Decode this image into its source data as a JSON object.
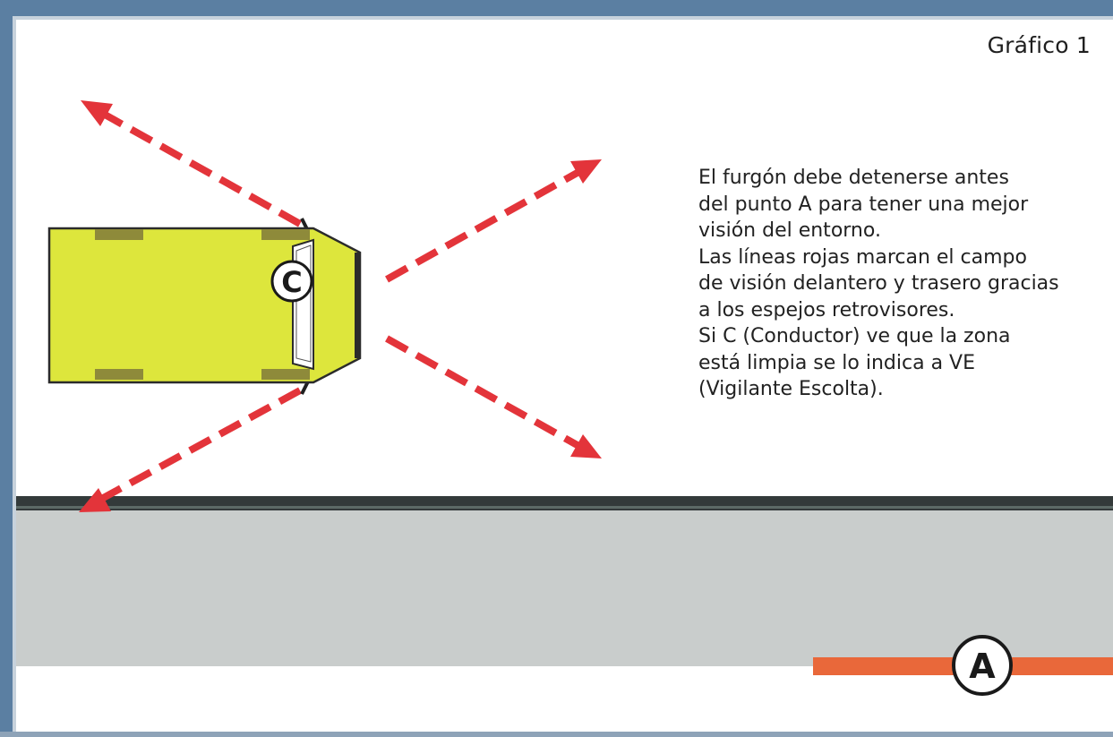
{
  "title": "Gráfico 1",
  "description_lines": [
    "El furgón debe detenerse antes",
    "del punto A para tener una mejor",
    "visión del entorno.",
    "Las líneas rojas marcan el campo",
    "de visión delantero y trasero gracias",
    "a los espejos retrovisores.",
    "Si C (Conductor) ve que la zona",
    "está limpia se lo indica a VE",
    "(Vigilante Escolta)."
  ],
  "markers": {
    "driver": "C",
    "stop_point": "A"
  },
  "colors": {
    "frame": "#5b7fa2",
    "van_body": "#dde63c",
    "van_outline": "#2b2b2b",
    "wheel": "#8e8a3a",
    "sight_line": "#e3343a",
    "road": "#c9cdcc",
    "road_edge": "#333a3a",
    "stop_line": "#e9683a"
  },
  "icons": {
    "van": "van-top-view-icon",
    "sight_arrow": "dashed-arrow-icon"
  }
}
